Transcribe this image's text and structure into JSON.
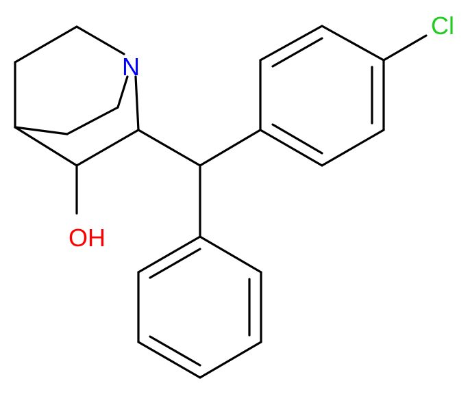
{
  "structure": {
    "atoms": [
      {
        "id": "n1",
        "label": "N",
        "color": "#0000ff"
      },
      {
        "id": "o1",
        "label": "OH",
        "color": "#ff0000"
      },
      {
        "id": "cl1",
        "label": "Cl",
        "color": "#1fcc1f"
      }
    ],
    "bond_color": "#000000"
  }
}
